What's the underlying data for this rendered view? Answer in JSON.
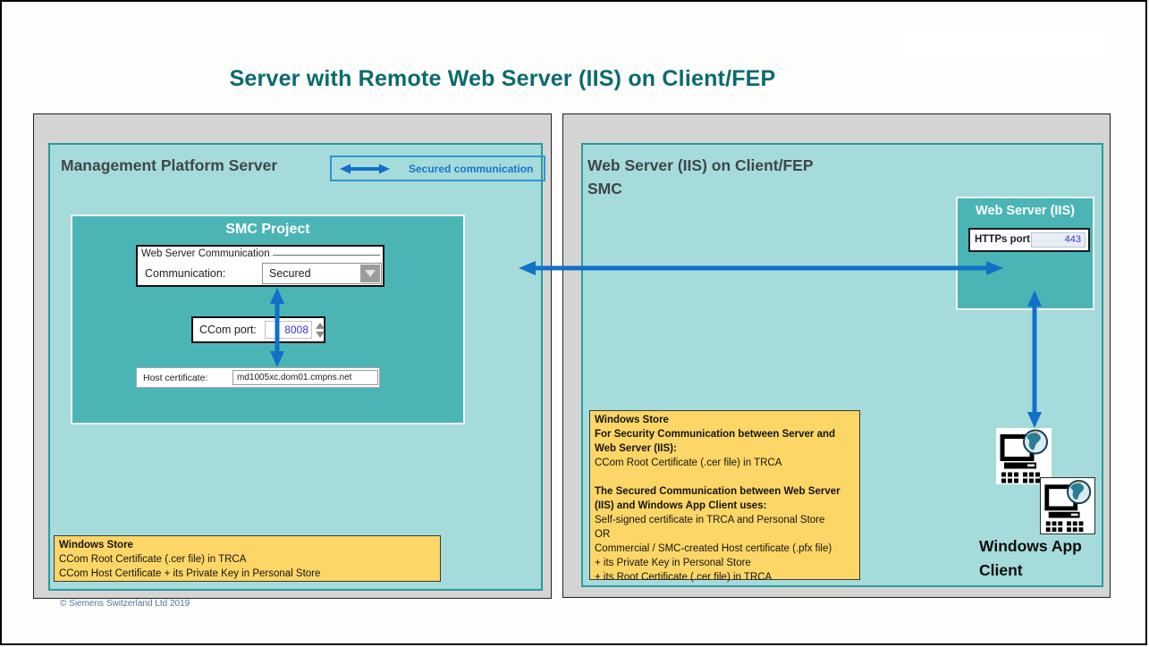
{
  "title": "Server with Remote Web Server (IIS) on Client/FEP",
  "legend": {
    "label": "Secured communication"
  },
  "left_panel": {
    "header": "Management Platform Server",
    "smc_project": {
      "title": "SMC Project",
      "group_label": "Web Server Communication",
      "communication_label": "Communication:",
      "communication_value": "Secured",
      "ccom_port_label": "CCom port:",
      "ccom_port_value": "8008",
      "host_cert_label": "Host certificate:",
      "host_cert_value": "md1005xc.dom01.cmpns.net"
    },
    "windows_store": {
      "title": "Windows Store",
      "lines": [
        "CCom Root Certificate (.cer file) in TRCA",
        "CCom Host Certificate + its Private Key in Personal Store"
      ]
    }
  },
  "right_panel": {
    "header_line1": "Web Server (IIS) on Client/FEP",
    "header_line2": "SMC",
    "web_server": {
      "title": "Web Server (IIS)",
      "https_port_label": "HTTPs port:",
      "https_port_value": "443"
    },
    "windows_store": {
      "title": "Windows Store",
      "section1_heading": "For  Security Communication  between Server and Web Server (IIS):",
      "section1_line": "CCom Root Certificate (.cer file) in TRCA",
      "section2_heading": "The  Secured Communication  between Web Server (IIS) and Windows App Client  uses:",
      "section2_lines": [
        "Self-signed certificate in TRCA  and Personal Store",
        "OR",
        "Commercial / SMC-created Host certificate (.pfx file)",
        "+  its Private Key in Personal Store",
        "+  its Root Certificate (.cer file) in TRCA"
      ]
    },
    "client_label_line1": "Windows App",
    "client_label_line2": "Client"
  },
  "footer": {
    "copyright": "© Siemens Switzerland Ltd 2019"
  },
  "colors": {
    "title_teal": "#0a6b6e",
    "panel_gray": "#d4d4d4",
    "panel_teal_light": "#a6dbdc",
    "panel_teal_border": "#2a9b9d",
    "box_teal_dark": "#4bb5b6",
    "arrow_blue": "#1170c8",
    "legend_text_blue": "#1677c8",
    "value_blue": "#3434d0",
    "note_yellow": "#fcd666"
  }
}
